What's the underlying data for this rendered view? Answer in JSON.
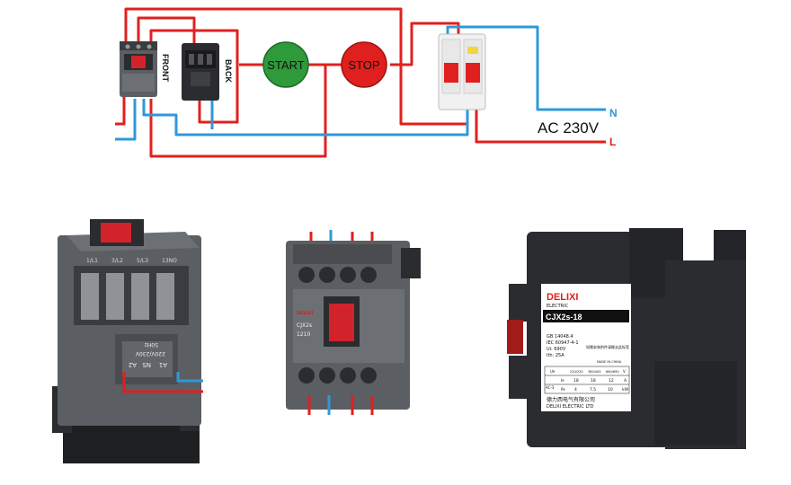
{
  "wiring": {
    "contactor_front_label": "FRONT",
    "contactor_back_label": "BACK",
    "start_button_label": "START",
    "stop_button_label": "STOP",
    "supply_label": "AC 230V",
    "neutral_label": "N",
    "live_label": "L"
  },
  "photo_left": {
    "terminal_labels": [
      "1/L1",
      "3/L2",
      "5/L3",
      "13NO"
    ],
    "coil_labels": [
      "A1",
      "NS",
      "A2"
    ],
    "coil_voltage": "220V/230V",
    "frequency": "50Hz"
  },
  "photo_middle": {
    "brand": "DELIXI",
    "model": "CJX2s",
    "rating": "1210"
  },
  "photo_right": {
    "brand": "DELIXI",
    "brand_sub": "ELECTRIC",
    "model": "CJX2s-18",
    "standards": [
      "GB 14048.4",
      "IEC 60947-4-1"
    ],
    "ui": "Ui: 690V",
    "ith": "Ith: 25A",
    "made_in": "MADE IN CHINA",
    "table_headers": [
      "Ue",
      "220/230",
      "380/400",
      "660/690",
      "V"
    ],
    "table_row_ie": [
      "AC-3",
      "Ie",
      "18",
      "18",
      "12",
      "A"
    ],
    "table_row_pe": [
      "",
      "Pe",
      "4",
      "7.5",
      "10",
      "kW"
    ],
    "cn_note": "如需安装附件请撕去此标签",
    "maker_cn": "德力西电气有限公司",
    "maker_en": "DELIXI ELECTRIC LTD"
  },
  "colors": {
    "live_wire": "#e0201e",
    "neutral_wire": "#2f98d8",
    "start_button": "#2e9a3a",
    "stop_button": "#e0201e",
    "contactor_body": "#5b5e63",
    "contactor_dark": "#2b2c2f"
  }
}
